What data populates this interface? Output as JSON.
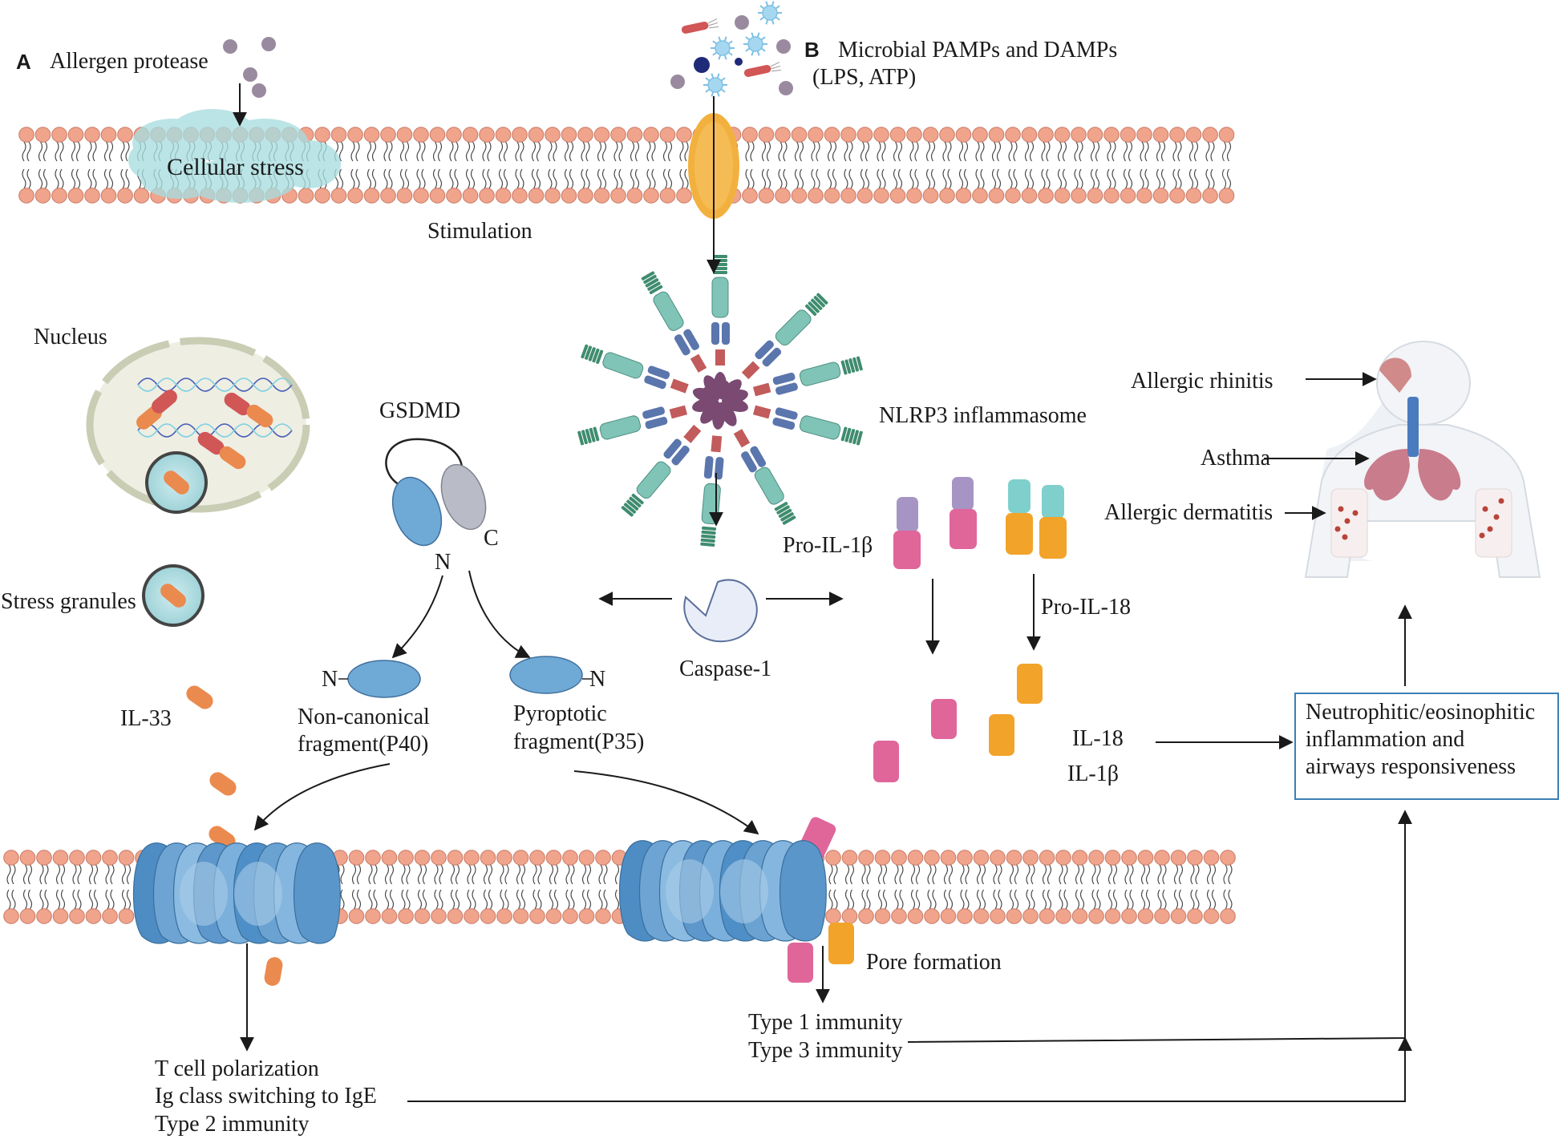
{
  "panel_a": {
    "letter": "A",
    "label": "Allergen protease"
  },
  "panel_b": {
    "letter": "B",
    "label_line1": "Microbial PAMPs and DAMPs",
    "label_line2": "(LPS, ATP)"
  },
  "cellular_stress": "Cellular stress",
  "stimulation": "Stimulation",
  "nucleus": "Nucleus",
  "stress_granules": "Stress granules",
  "il33": "IL-33",
  "gsdmd": {
    "title": "GSDMD",
    "c_terminal": "C",
    "n_terminal": "N",
    "noncanonical_n": "N",
    "pyroptotic_n": "N",
    "noncanonical_line1": "Non-canonical",
    "noncanonical_line2": "fragment(P40)",
    "pyroptotic_line1": "Pyroptotic",
    "pyroptotic_line2": "fragment(P35)"
  },
  "nlrp3": "NLRP3 inflammasome",
  "caspase1": "Caspase-1",
  "pro_il1b": "Pro-IL-1β",
  "pro_il18": "Pro-IL-18",
  "il18": "IL-18",
  "il1b": "IL-1β",
  "diseases": {
    "rhinitis": "Allergic rhinitis",
    "asthma": "Asthma",
    "dermatitis": "Allergic dermatitis"
  },
  "outcome_box": {
    "line1": "Neutrophitic/eosinophitic",
    "line2": "inflammation and",
    "line3": "airways responsiveness"
  },
  "pore_formation": "Pore formation",
  "type13": {
    "line1": "Type 1 immunity",
    "line2": "Type 3 immunity"
  },
  "type2": {
    "line1": "T cell polarization",
    "line2": "Ig class switching to IgE",
    "line3": "Type 2 immunity"
  },
  "colors": {
    "lipid_head": "#f0a48c",
    "lipid_edge": "#c97a66",
    "cellular_stress": "#a8dde0",
    "receptor": "#f2b13e",
    "nlrp3_teal": "#7fc4b6",
    "nlrp3_blue": "#5b76ad",
    "nlrp3_red": "#c25b5b",
    "nlrp3_purple": "#7a4a73",
    "gsdmd_blue": "#6fa9d6",
    "gsdmd_gray": "#b9bcc6",
    "il1b_pink": "#e0669a",
    "il1b_purple": "#a695c4",
    "il18_orange": "#f2a329",
    "il18_teal": "#7fd0cc",
    "il33_orange": "#eb8a4e",
    "pore_blue": "#6ea4d3",
    "caspase": "#e8edf8",
    "box_border": "#3a7fb5"
  }
}
